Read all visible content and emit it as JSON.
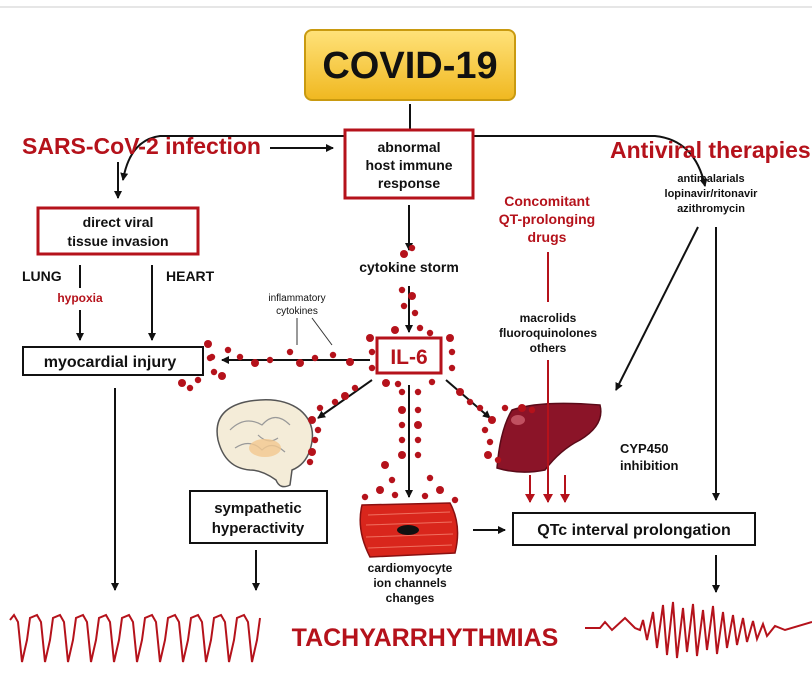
{
  "title": "COVID-19",
  "left_branch": {
    "heading": "SARS-CoV-2 infection",
    "box": [
      "direct viral",
      "tissue invasion"
    ],
    "lung_label": "LUNG",
    "heart_label": "HEART",
    "hypoxia_label": "hypoxia",
    "myocardial_box": "myocardial injury"
  },
  "center_branch": {
    "box": [
      "abnormal",
      "host immune",
      "response"
    ],
    "cytokine_storm": "cytokine storm",
    "inflammatory_label": [
      "inflammatory",
      "cytokines"
    ],
    "il6_box": "IL-6",
    "sympathetic_box": [
      "sympathetic",
      "hyperactivity"
    ],
    "cardiomyocyte_label": [
      "cardiomyocyte",
      "ion channels",
      "changes"
    ]
  },
  "drugs": {
    "heading": [
      "Concomitant",
      "QT-prolonging",
      "drugs"
    ],
    "list": [
      "macrolids",
      "fluoroquinolones",
      "others"
    ],
    "cyp_label": [
      "CYP450",
      "inhibition"
    ]
  },
  "right_branch": {
    "heading": "Antiviral therapies",
    "list": [
      "antimalarials",
      "lopinavir/ritonavir",
      "azithromycin"
    ],
    "qtc_box": "QTc interval prolongation"
  },
  "outcome": "TACHYARRHYTHMIAS",
  "icons": [
    "brain-icon",
    "liver-icon",
    "cardiomyocyte-icon",
    "ecg-trace-icon"
  ],
  "colors": {
    "accent_red": "#b5121b",
    "title_yellow": "#f4c430",
    "dot_red": "#b5121b"
  }
}
